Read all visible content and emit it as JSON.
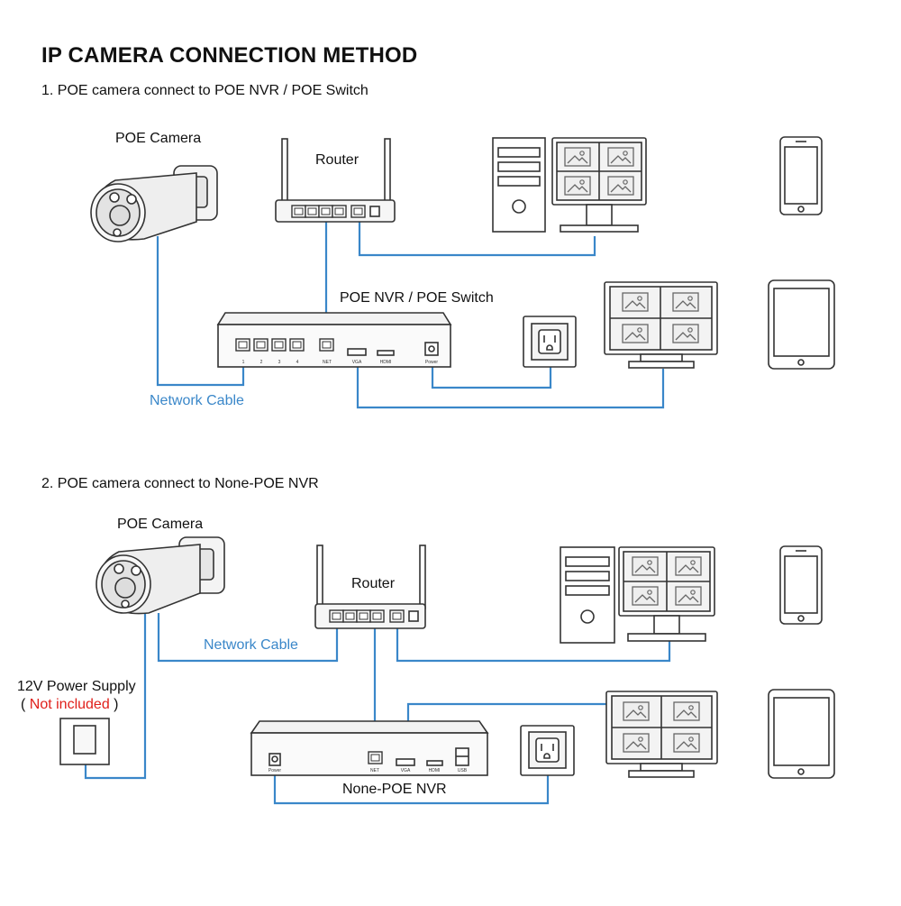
{
  "title": "IP CAMERA CONNECTION METHOD",
  "section1": {
    "heading": "1. POE camera connect to POE NVR / POE Switch",
    "camera_label": "POE Camera",
    "router_label": "Router",
    "nvr_label": "POE NVR / POE Switch",
    "cable_label": "Network Cable",
    "nvr_ports": [
      "1",
      "2",
      "3",
      "4",
      "NET",
      "VGA",
      "HDMI",
      "Power"
    ]
  },
  "section2": {
    "heading": "2. POE camera connect to None-POE NVR",
    "camera_label": "POE Camera",
    "router_label": "Router",
    "nvr_label": "None-POE NVR",
    "cable_label": "Network Cable",
    "power_label": "12V Power Supply",
    "power_note_open": "( ",
    "power_note": "Not included",
    "power_note_close": " )",
    "nvr_ports": [
      "Power",
      "NET",
      "VGA",
      "HDMI",
      "USB"
    ]
  },
  "colors": {
    "cable": "#3a87c9",
    "outline": "#333333",
    "note": "#e0201b"
  }
}
